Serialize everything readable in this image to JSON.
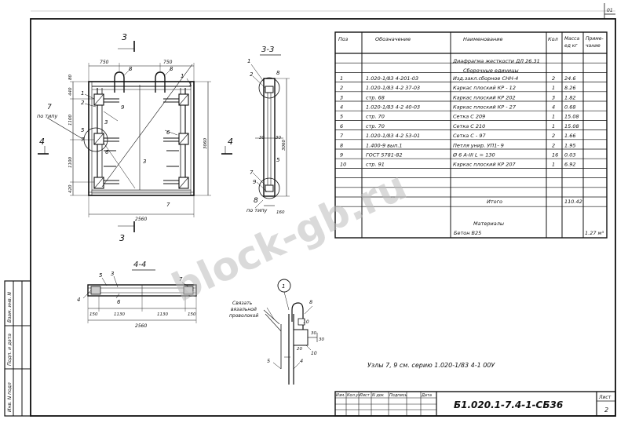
{
  "sheet": {
    "corner_number": "01",
    "drawing_code": "Б1.020.1-7.4-1-СБ36",
    "sheet_label": "Лист",
    "sheet_number": "2",
    "note": "Узлы 7, 9 см. серию 1.020-1/83 4-1 00У"
  },
  "watermark": "block-gb.ru",
  "spec_table": {
    "headers": {
      "pos": "Поз",
      "designation": "Обозначение",
      "name": "Наименование",
      "qty": "Кол",
      "mass": "Масса ед кг",
      "note": "Приме- чание"
    },
    "item_title": "Диафрагма жесткости ДЛ 26.31",
    "section_units": "Сборочные единицы",
    "rows": [
      {
        "pos": "1",
        "designation": "1.020-1/83 4-201-03",
        "name": "Изд.закл.сборное СНН-4",
        "qty": "2",
        "mass": "24.6"
      },
      {
        "pos": "2",
        "designation": "1.020-1/83 4-2 37-03",
        "name": "Каркас плоский КР - 12",
        "qty": "1",
        "mass": "8.26"
      },
      {
        "pos": "3",
        "designation": "стр. 68",
        "name": "Каркас плоский КР 202",
        "qty": "3",
        "mass": "1.82"
      },
      {
        "pos": "4",
        "designation": "1.020-1/83 4-2 40-03",
        "name": "Каркас плоский КР - 27",
        "qty": "4",
        "mass": "0.68"
      },
      {
        "pos": "5",
        "designation": "стр. 70",
        "name": "Сетка С 209",
        "qty": "1",
        "mass": "15.08"
      },
      {
        "pos": "6",
        "designation": "стр. 70",
        "name": "Сетка С 210",
        "qty": "1",
        "mass": "15.08"
      },
      {
        "pos": "7",
        "designation": "1.020-1/83 4-2 53-01",
        "name": "Сетка С - 97",
        "qty": "2",
        "mass": "1.66"
      },
      {
        "pos": "8",
        "designation": "1.400-9 вып.1",
        "name": "Петля унир. УП1- 9",
        "qty": "2",
        "mass": "1.95"
      },
      {
        "pos": "9",
        "designation": "ГОСТ 5781-82",
        "name": "Ø 6 A-III L = 130",
        "qty": "16",
        "mass": "0.03"
      },
      {
        "pos": "10",
        "designation": "стр. 91",
        "name": "Каркас плоский КР 207",
        "qty": "1",
        "mass": "6.92"
      }
    ],
    "total_label": "Итого",
    "total_mass": "110.42",
    "section_materials": "Материалы",
    "material_name": "Бетон В25",
    "material_qty": "1.27 м³"
  },
  "title_block": {
    "cols": [
      "Изм.",
      "Кол.уч",
      "Лист",
      "N док",
      "Подпись",
      "Дата"
    ]
  },
  "side_stamp": {
    "labels": [
      "Инв. N подл",
      "Подп. и дата",
      "Взам. инв. N"
    ]
  },
  "views": {
    "main": {
      "section_mark": "3",
      "side_mark": "4",
      "dim_750_left": "750",
      "dim_750_right": "750",
      "dim_top_small": "80",
      "dim_440": "440",
      "dim_1100_top": "1100",
      "dim_1100_bottom": "1100",
      "dim_420": "420",
      "dim_3060": "3060",
      "dim_2560": "2560",
      "callout_7": "7",
      "callout_7_sub": "по типу",
      "labels": [
        "1",
        "2",
        "9",
        "3",
        "5",
        "7",
        "6",
        "3",
        "1",
        "7",
        "6",
        "8",
        "8",
        "1"
      ]
    },
    "section33": {
      "title": "3-3",
      "dim_30a": "30",
      "dim_30b": "30",
      "dim_3060": "3060",
      "dim_160": "160",
      "callout_8": "8",
      "callout_8_sub": "по типу",
      "labels": [
        "1",
        "2",
        "8",
        "7",
        "9",
        "5"
      ]
    },
    "section44": {
      "title": "4-4",
      "dim_150a": "150",
      "dim_1130a": "1130",
      "dim_1130b": "1130",
      "dim_150b": "150",
      "dim_2560": "2560",
      "labels": [
        "5",
        "3",
        "4",
        "6",
        "7"
      ]
    },
    "node1": {
      "circle_label": "1",
      "text_1": "Связать",
      "text_2": "вязальной",
      "text_3": "проволокой",
      "labels": [
        "8",
        "10",
        "10",
        "5",
        "4",
        "30",
        "30",
        "20"
      ]
    }
  }
}
